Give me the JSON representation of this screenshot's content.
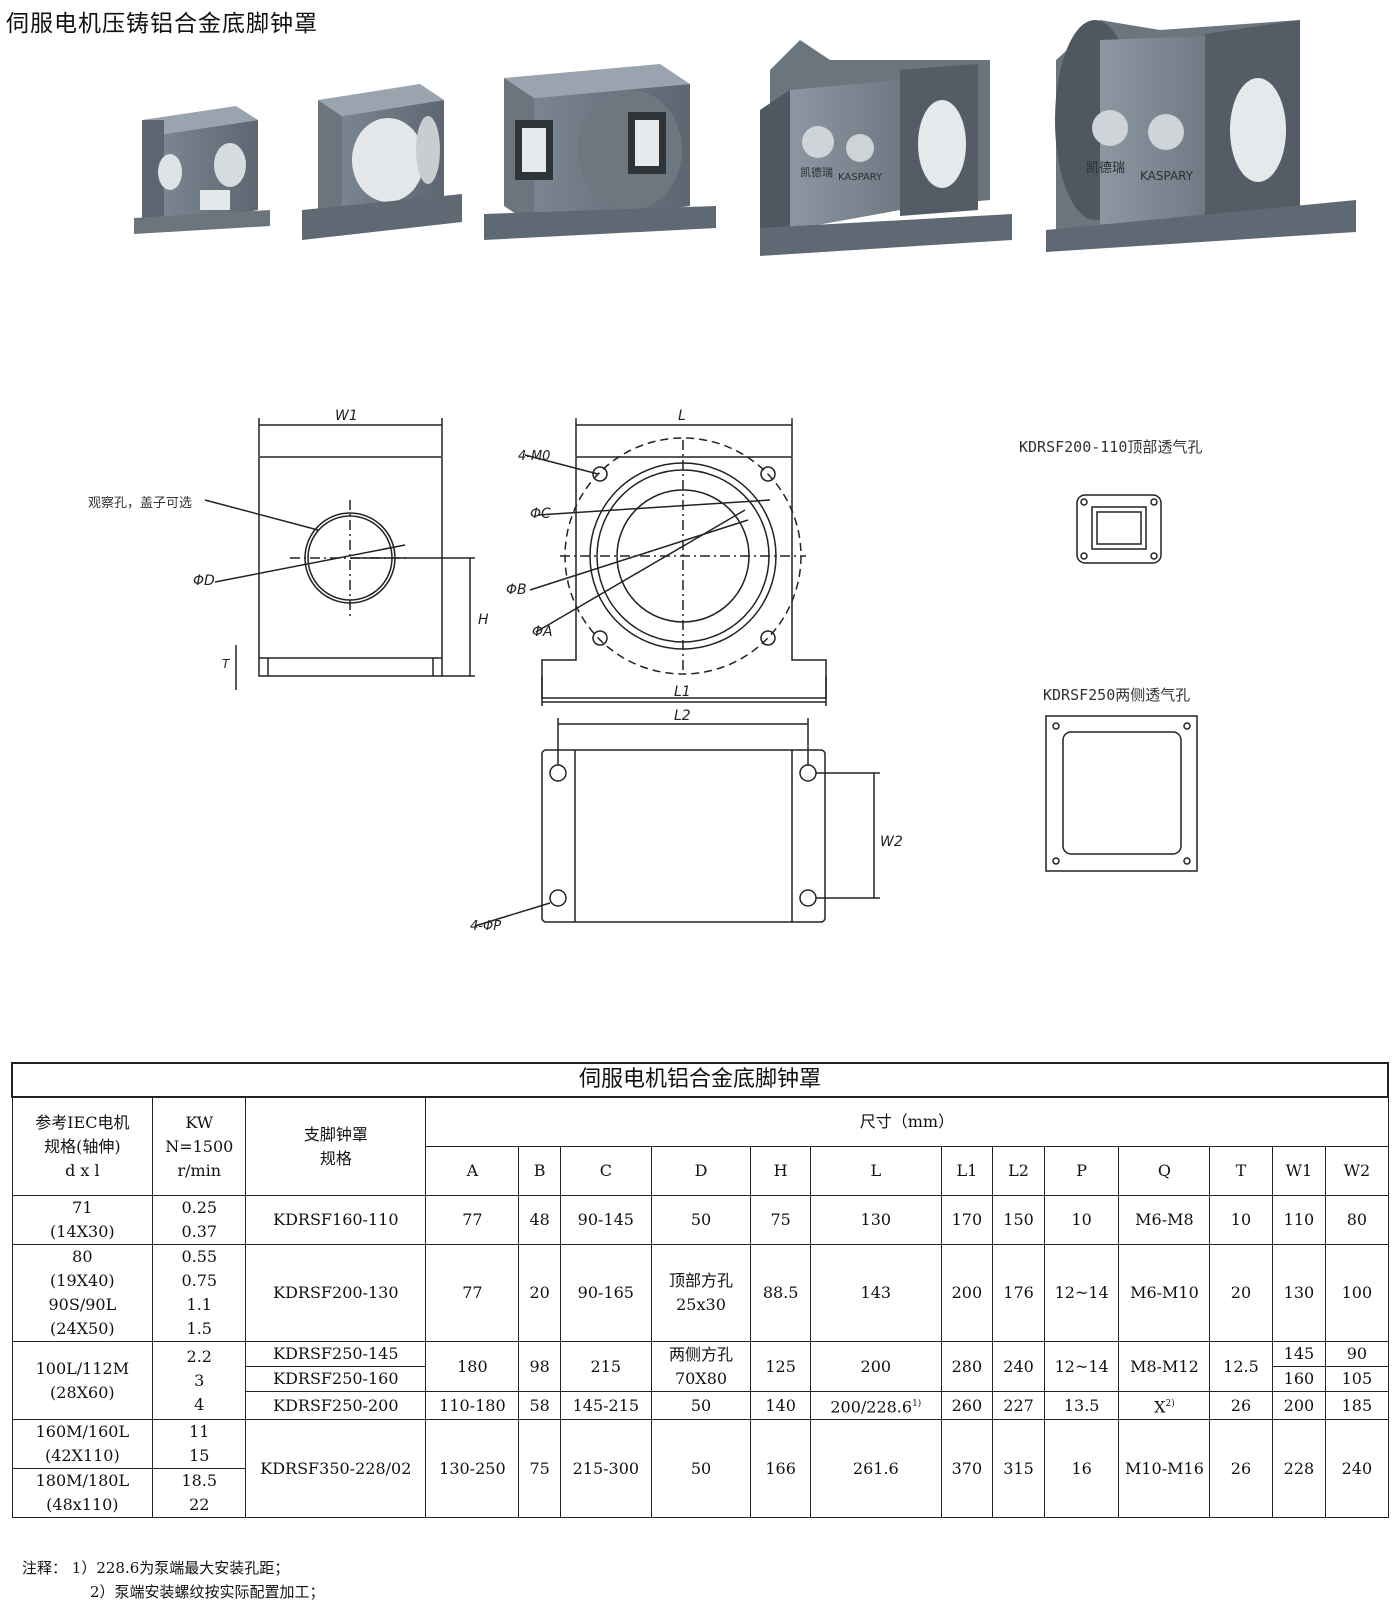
{
  "page_title": "伺服电机压铸铝合金底脚钟罩",
  "drawing_labels": {
    "w1": "W1",
    "l": "L",
    "l1": "L1",
    "l2": "L2",
    "w2": "W2",
    "m_holes": "4-M0",
    "phi_c": "ΦC",
    "phi_b": "ΦB",
    "phi_a": "ΦA",
    "phi_d": "ΦD",
    "h": "H",
    "t": "T",
    "phi_p": "4-ΦP",
    "inspection_hole": "观察孔，盖子可选",
    "vent_top": "KDRSF200-110顶部透气孔",
    "vent_sides": "KDRSF250两侧透气孔"
  },
  "model_texts": {
    "brand_cn": "凯德瑞",
    "brand_en": "KASPARY"
  },
  "table": {
    "title": "伺服电机铝合金底脚钟罩",
    "head": {
      "iec": [
        "参考IEC电机",
        "规格(轴伸)",
        "d x l"
      ],
      "kw": [
        "KW",
        "N=1500",
        "r/min"
      ],
      "spec": [
        "支脚钟罩",
        "规格"
      ],
      "dims": "尺寸（mm）",
      "cols": [
        "A",
        "B",
        "C",
        "D",
        "H",
        "L",
        "L1",
        "L2",
        "P",
        "Q",
        "T",
        "W1",
        "W2"
      ]
    },
    "r1": {
      "iec": [
        "71",
        "(14X30)"
      ],
      "kw": [
        "0.25",
        "0.37"
      ],
      "spec": "KDRSF160-110",
      "cells": [
        "77",
        "48",
        "90-145",
        "50",
        "75",
        "130",
        "170",
        "150",
        "10",
        "M6-M8",
        "10",
        "110",
        "80"
      ]
    },
    "r2": {
      "iec": [
        "80",
        "(19X40)",
        "90S/90L",
        "(24X50)"
      ],
      "kw": [
        "0.55",
        "0.75",
        "1.1",
        "1.5"
      ],
      "spec": "KDRSF200-130",
      "cells": [
        "77",
        "20",
        "90-165",
        "顶部方孔",
        "88.5",
        "143",
        "200",
        "176",
        "12~14",
        "M6-M10",
        "20",
        "130",
        "100"
      ],
      "d_sub": "25x30"
    },
    "r3": {
      "iec": [
        "100L/112M",
        "(28X60)"
      ],
      "kw": [
        "2.2",
        "3",
        "4"
      ],
      "spec_a": "KDRSF250-145",
      "spec_b": "KDRSF250-160",
      "cells": [
        "180",
        "98",
        "215",
        "两侧方孔",
        "125",
        "200",
        "280",
        "240",
        "12~14",
        "M8-M12",
        "12.5"
      ],
      "d_sub": "70X80",
      "w_a": [
        "145",
        "90"
      ],
      "w_b": [
        "160",
        "105"
      ]
    },
    "r4": {
      "spec": "KDRSF250-200",
      "cells": [
        "110-180",
        "58",
        "145-215",
        "50",
        "140",
        "200/228.6",
        "260",
        "227",
        "13.5",
        "X",
        "26",
        "200",
        "185"
      ],
      "sup_l": "1)",
      "sup_q": "2)"
    },
    "r5": {
      "iec_a": [
        "160M/160L",
        "(42X110)"
      ],
      "kw_a": [
        "11",
        "15"
      ],
      "iec_b": [
        "180M/180L",
        "(48x110)"
      ],
      "kw_b": [
        "18.5",
        "22"
      ],
      "spec": "KDRSF350-228/02",
      "cells": [
        "130-250",
        "75",
        "215-300",
        "50",
        "166",
        "261.6",
        "370",
        "315",
        "16",
        "M10-M16",
        "26",
        "228",
        "240"
      ]
    }
  },
  "notes": {
    "label": "注释：",
    "n1": "1）228.6为泵端最大安装孔距；",
    "n2": "2）泵端安装螺纹按实际配置加工；"
  }
}
